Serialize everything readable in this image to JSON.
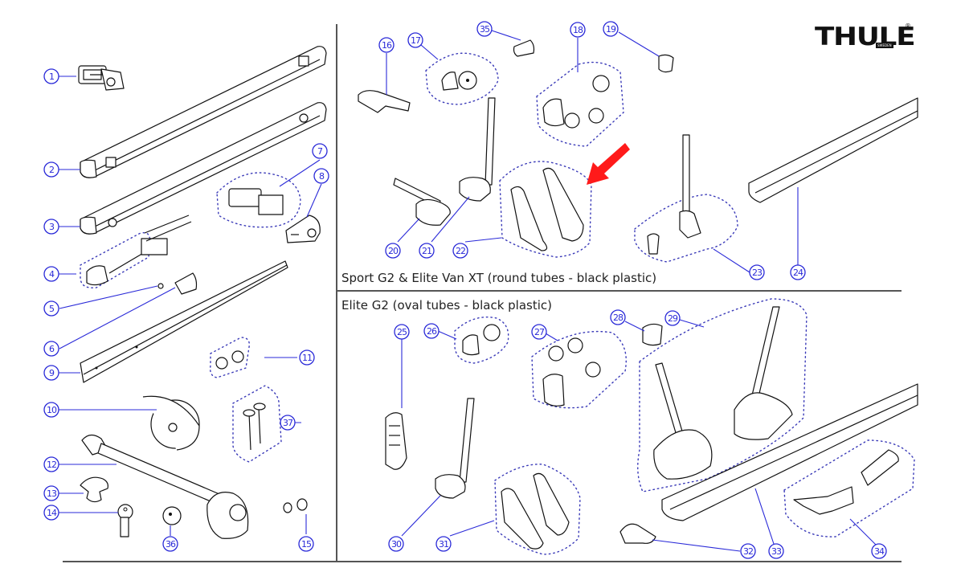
{
  "brand": {
    "name": "THULE",
    "subtitle": "SWEDEN",
    "registered_mark": "®"
  },
  "sections": [
    {
      "id": "general",
      "title": ""
    },
    {
      "id": "sport-g2",
      "title": "Sport G2 & Elite Van XT (round tubes - black plastic)"
    },
    {
      "id": "elite-g2",
      "title": "Elite G2 (oval tubes - black plastic)"
    }
  ],
  "callouts": [
    {
      "number": "1",
      "part": "end-cap-with-bolt",
      "section": "general"
    },
    {
      "number": "2",
      "part": "carrier-bar-with-lock",
      "section": "general"
    },
    {
      "number": "3",
      "part": "carrier-bar",
      "section": "general"
    },
    {
      "number": "4",
      "part": "end-cap-bolt-kit",
      "section": "general"
    },
    {
      "number": "5",
      "part": "rivet",
      "section": "general"
    },
    {
      "number": "6",
      "part": "bar-end-clip",
      "section": "general"
    },
    {
      "number": "7",
      "part": "bracket-and-plate-kit",
      "section": "general"
    },
    {
      "number": "8",
      "part": "end-cap-lock-housing",
      "section": "general"
    },
    {
      "number": "9",
      "part": "angle-bracket-rail",
      "section": "general"
    },
    {
      "number": "10",
      "part": "tape-roll",
      "section": "general"
    },
    {
      "number": "11",
      "part": "tube-clamps",
      "section": "general"
    },
    {
      "number": "12",
      "part": "frame-holder-arm",
      "section": "general"
    },
    {
      "number": "13",
      "part": "knob",
      "section": "general"
    },
    {
      "number": "14",
      "part": "key",
      "section": "general"
    },
    {
      "number": "15",
      "part": "washers-nuts",
      "section": "general"
    },
    {
      "number": "16",
      "part": "strap-holder",
      "section": "sport-g2"
    },
    {
      "number": "17",
      "part": "ratchet-knob-kit",
      "section": "sport-g2"
    },
    {
      "number": "18",
      "part": "round-tube-joint-kit",
      "section": "sport-g2"
    },
    {
      "number": "19",
      "part": "round-tube-ring",
      "section": "sport-g2"
    },
    {
      "number": "20",
      "part": "wheel-holder-strap",
      "section": "sport-g2"
    },
    {
      "number": "21",
      "part": "wheel-holder-upright",
      "section": "sport-g2"
    },
    {
      "number": "22",
      "part": "wheel-tray-end-caps",
      "section": "sport-g2"
    },
    {
      "number": "23",
      "part": "upright-clamp-kit",
      "section": "sport-g2"
    },
    {
      "number": "24",
      "part": "round-wheel-rail",
      "section": "sport-g2"
    },
    {
      "number": "25",
      "part": "strap-buckle",
      "section": "elite-g2"
    },
    {
      "number": "26",
      "part": "ratchet-knob-kit-oval",
      "section": "elite-g2"
    },
    {
      "number": "27",
      "part": "oval-tube-joint-kit",
      "section": "elite-g2"
    },
    {
      "number": "28",
      "part": "oval-tube-ring",
      "section": "elite-g2"
    },
    {
      "number": "29",
      "part": "frame-clamp-kit",
      "section": "elite-g2"
    },
    {
      "number": "30",
      "part": "wheel-holder-upright-oval",
      "section": "elite-g2"
    },
    {
      "number": "31",
      "part": "wheel-tray-end-caps-oval",
      "section": "elite-g2"
    },
    {
      "number": "32",
      "part": "rail-end-cap",
      "section": "elite-g2"
    },
    {
      "number": "33",
      "part": "oval-wheel-rail",
      "section": "elite-g2"
    },
    {
      "number": "34",
      "part": "rail-mounting-plates",
      "section": "elite-g2"
    },
    {
      "number": "35",
      "part": "end-plug",
      "section": "sport-g2"
    },
    {
      "number": "36",
      "part": "locking-knob",
      "section": "general"
    },
    {
      "number": "37",
      "part": "bolts-with-knobs",
      "section": "general"
    }
  ],
  "highlight": {
    "target": "22",
    "color": "#ff1a1a"
  },
  "colors": {
    "callout": "#2a2ad8",
    "divider": "#555555",
    "text": "#222222"
  }
}
